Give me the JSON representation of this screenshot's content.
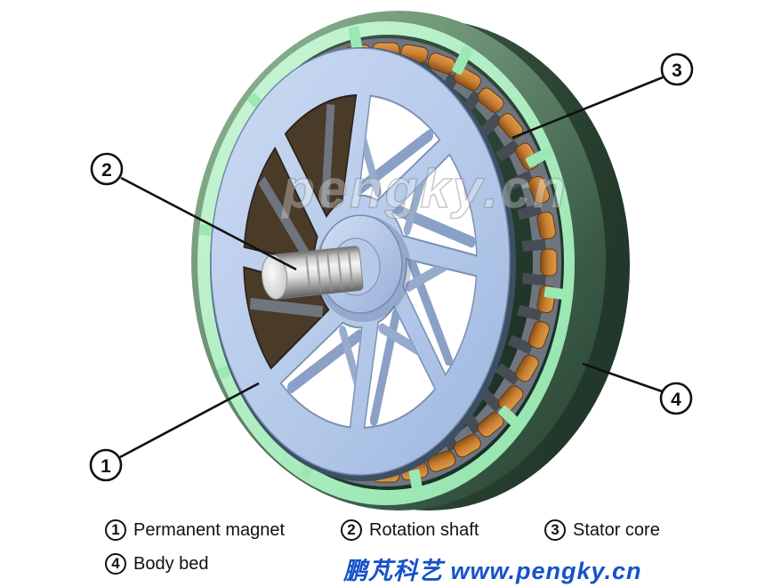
{
  "figure": {
    "center_watermark": "pengky.cn",
    "bottom_watermark": "鹏芃科艺 www.pengky.cn"
  },
  "callouts": [
    {
      "num": "1",
      "label": "Permanent magnet"
    },
    {
      "num": "2",
      "label": "Rotation shaft"
    },
    {
      "num": "3",
      "label": "Stator core"
    },
    {
      "num": "4",
      "label": "Body bed"
    }
  ],
  "colors": {
    "body_bed_green_light": "#8db893",
    "body_bed_green_dark": "#2c4a39",
    "mint_rim": "#a9ecbe",
    "rotor_disc_blue": "#b9cbe9",
    "coil_orange": "#c87f33",
    "stator_core_gray": "#6e757f",
    "shaft_metal": "#d9d9d9",
    "watermark_blue": "#1652c8",
    "callout_black": "#111111"
  }
}
